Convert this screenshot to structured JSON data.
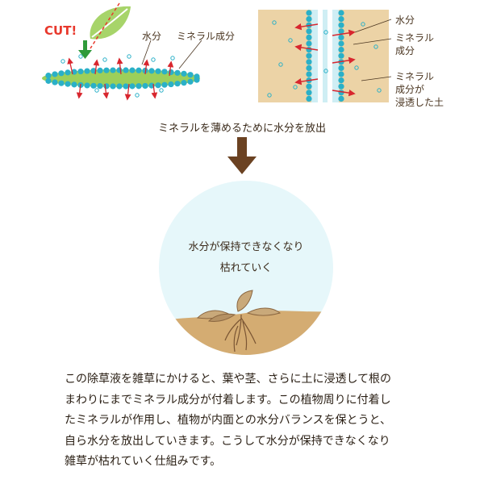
{
  "leaf_diagram": {
    "cut_label": "CUT!",
    "water_label": "水分",
    "mineral_label": "ミネラル成分"
  },
  "root_diagram": {
    "water_label": "水分",
    "mineral_label_line1": "ミネラル",
    "mineral_label_line2": "成分",
    "soil_label_line1": "ミネラル",
    "soil_label_line2": "成分が",
    "soil_label_line3": "浸透した土"
  },
  "caption": "ミネラルを薄めるために水分を放出",
  "circle": {
    "line1": "水分が保持できなくなり",
    "line2": "枯れていく"
  },
  "description": {
    "lines": [
      "この除草液を雑草にかけると、葉や茎、さらに土に浸透して根の",
      "まわりにまでミネラル成分が付着します。この植物周りに付着し",
      "たミネラルが作用し、植物が内面との水分バランスを保とうと、",
      "自ら水分を放出していきます。こうして水分が保持できなくなり",
      "雑草が枯れていく仕組みです。"
    ]
  },
  "colors": {
    "cut_red": "#e8382c",
    "arrow_green": "#2f9a3a",
    "leaf_green": "#9ccf5a",
    "bead_blue": "#2ab0c8",
    "soil": "#d4ac72",
    "root_bg": "#ecd3a6",
    "circle_fill": "#e6f7fa",
    "arrow_brown": "#6b4222",
    "red_arrow": "#d8262e"
  }
}
